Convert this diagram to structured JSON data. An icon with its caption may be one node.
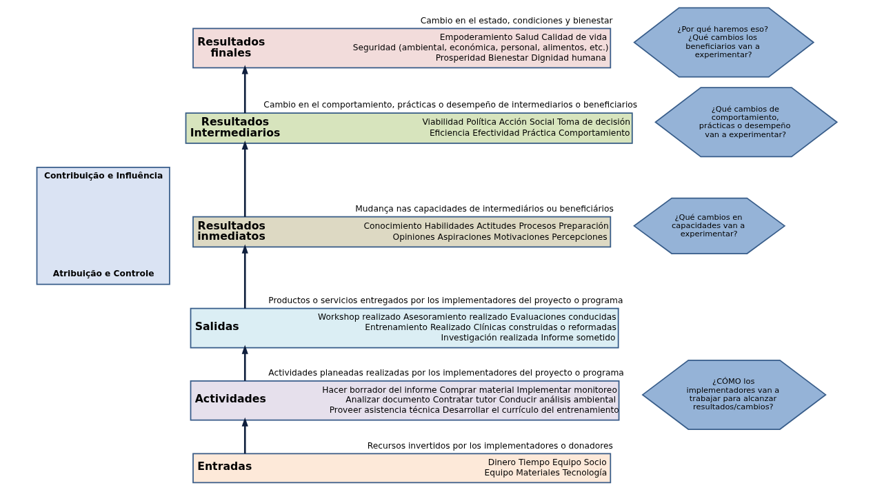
{
  "diagram": {
    "nodes": [
      {
        "text": [
          "Resultados finales",
          "Empoderamiento Salud Calidad de vida",
          "Seguridad (ambiental, económica, personal, alimentos, etc.)",
          "Prosperidad Bienestar Dignidad humana"
        ],
        "beside": [
          "Cambio en el estado, condiciones y bienestar"
        ]
      },
      {
        "text": [
          "Resultados Intermediarios",
          "Viabilidad Política Acción Social Toma de decisión",
          "Eficiencia Efectividad Práctica Comportamiento"
        ],
        "beside": [
          "Cambio en el comportamiento, prácticas o desempeño de intermediarios o beneficiarios"
        ]
      },
      {
        "text": [
          "Resultados inmediatos",
          "Conocimiento Habilidades Actitudes Procesos Preparación",
          "Opiniones Aspiraciones Motivaciones Percepciones"
        ],
        "beside": [
          "Mudança nas capacidades de intermediários ou beneficiários"
        ]
      },
      {
        "text": [
          "Salidas",
          "Workshop realizado Asesoramiento realizado Evaluaciones conducidas",
          "Entrenamiento Realizado Clínicas construidas o reformadas",
          "Investigación realizada Informe sometido"
        ],
        "beside": [
          "Productos o servicios entregados por los implementadores del proyecto o programa"
        ]
      },
      {
        "text": [
          "Actividades",
          "Hacer borrador del informe Comprar material Implementar monitoreo",
          "Analizar documento Contratar tutor Conducir análisis ambiental",
          "Proveer asistencia técnica Desarrollar el currículo del entrenamiento"
        ],
        "beside": [
          "Actividades planeadas realizadas por los implementadores del proyecto o programa"
        ]
      },
      {
        "text": [
          "Entradas",
          "Dinero Tiempo Equipo Socio",
          "Equipo Materiales Tecnología"
        ],
        "beside": [
          "Recursos invertidos por los implementadores o donadores"
        ]
      },
      {
        "text": [
          "¿Por qué haremos eso? ¿Qué cambios los beneficiarios van a experimentar?"
        ]
      },
      {
        "text": [
          "¿Qué cambios de comportamiento, prácticas o desempeño van a experimentar?"
        ]
      },
      {
        "text": [
          "¿Qué cambios en capacidades van a experimentar?"
        ]
      },
      {
        "text": [
          "¿CÓMO los implementadores van a trabajar para alcanzar resultados/cambios?"
        ]
      },
      {
        "text": [
          "Contribuição e Influência",
          "Atribuição e Controle"
        ]
      }
    ],
    "edges": [
      {
        "from": 5,
        "to": 4,
        "arrow": "to"
      },
      {
        "from": 4,
        "to": 3,
        "arrow": "to"
      },
      {
        "from": 3,
        "to": 2,
        "arrow": "to"
      },
      {
        "from": 2,
        "to": 1,
        "arrow": "to"
      },
      {
        "from": 1,
        "to": 0,
        "arrow": "to"
      }
    ]
  }
}
